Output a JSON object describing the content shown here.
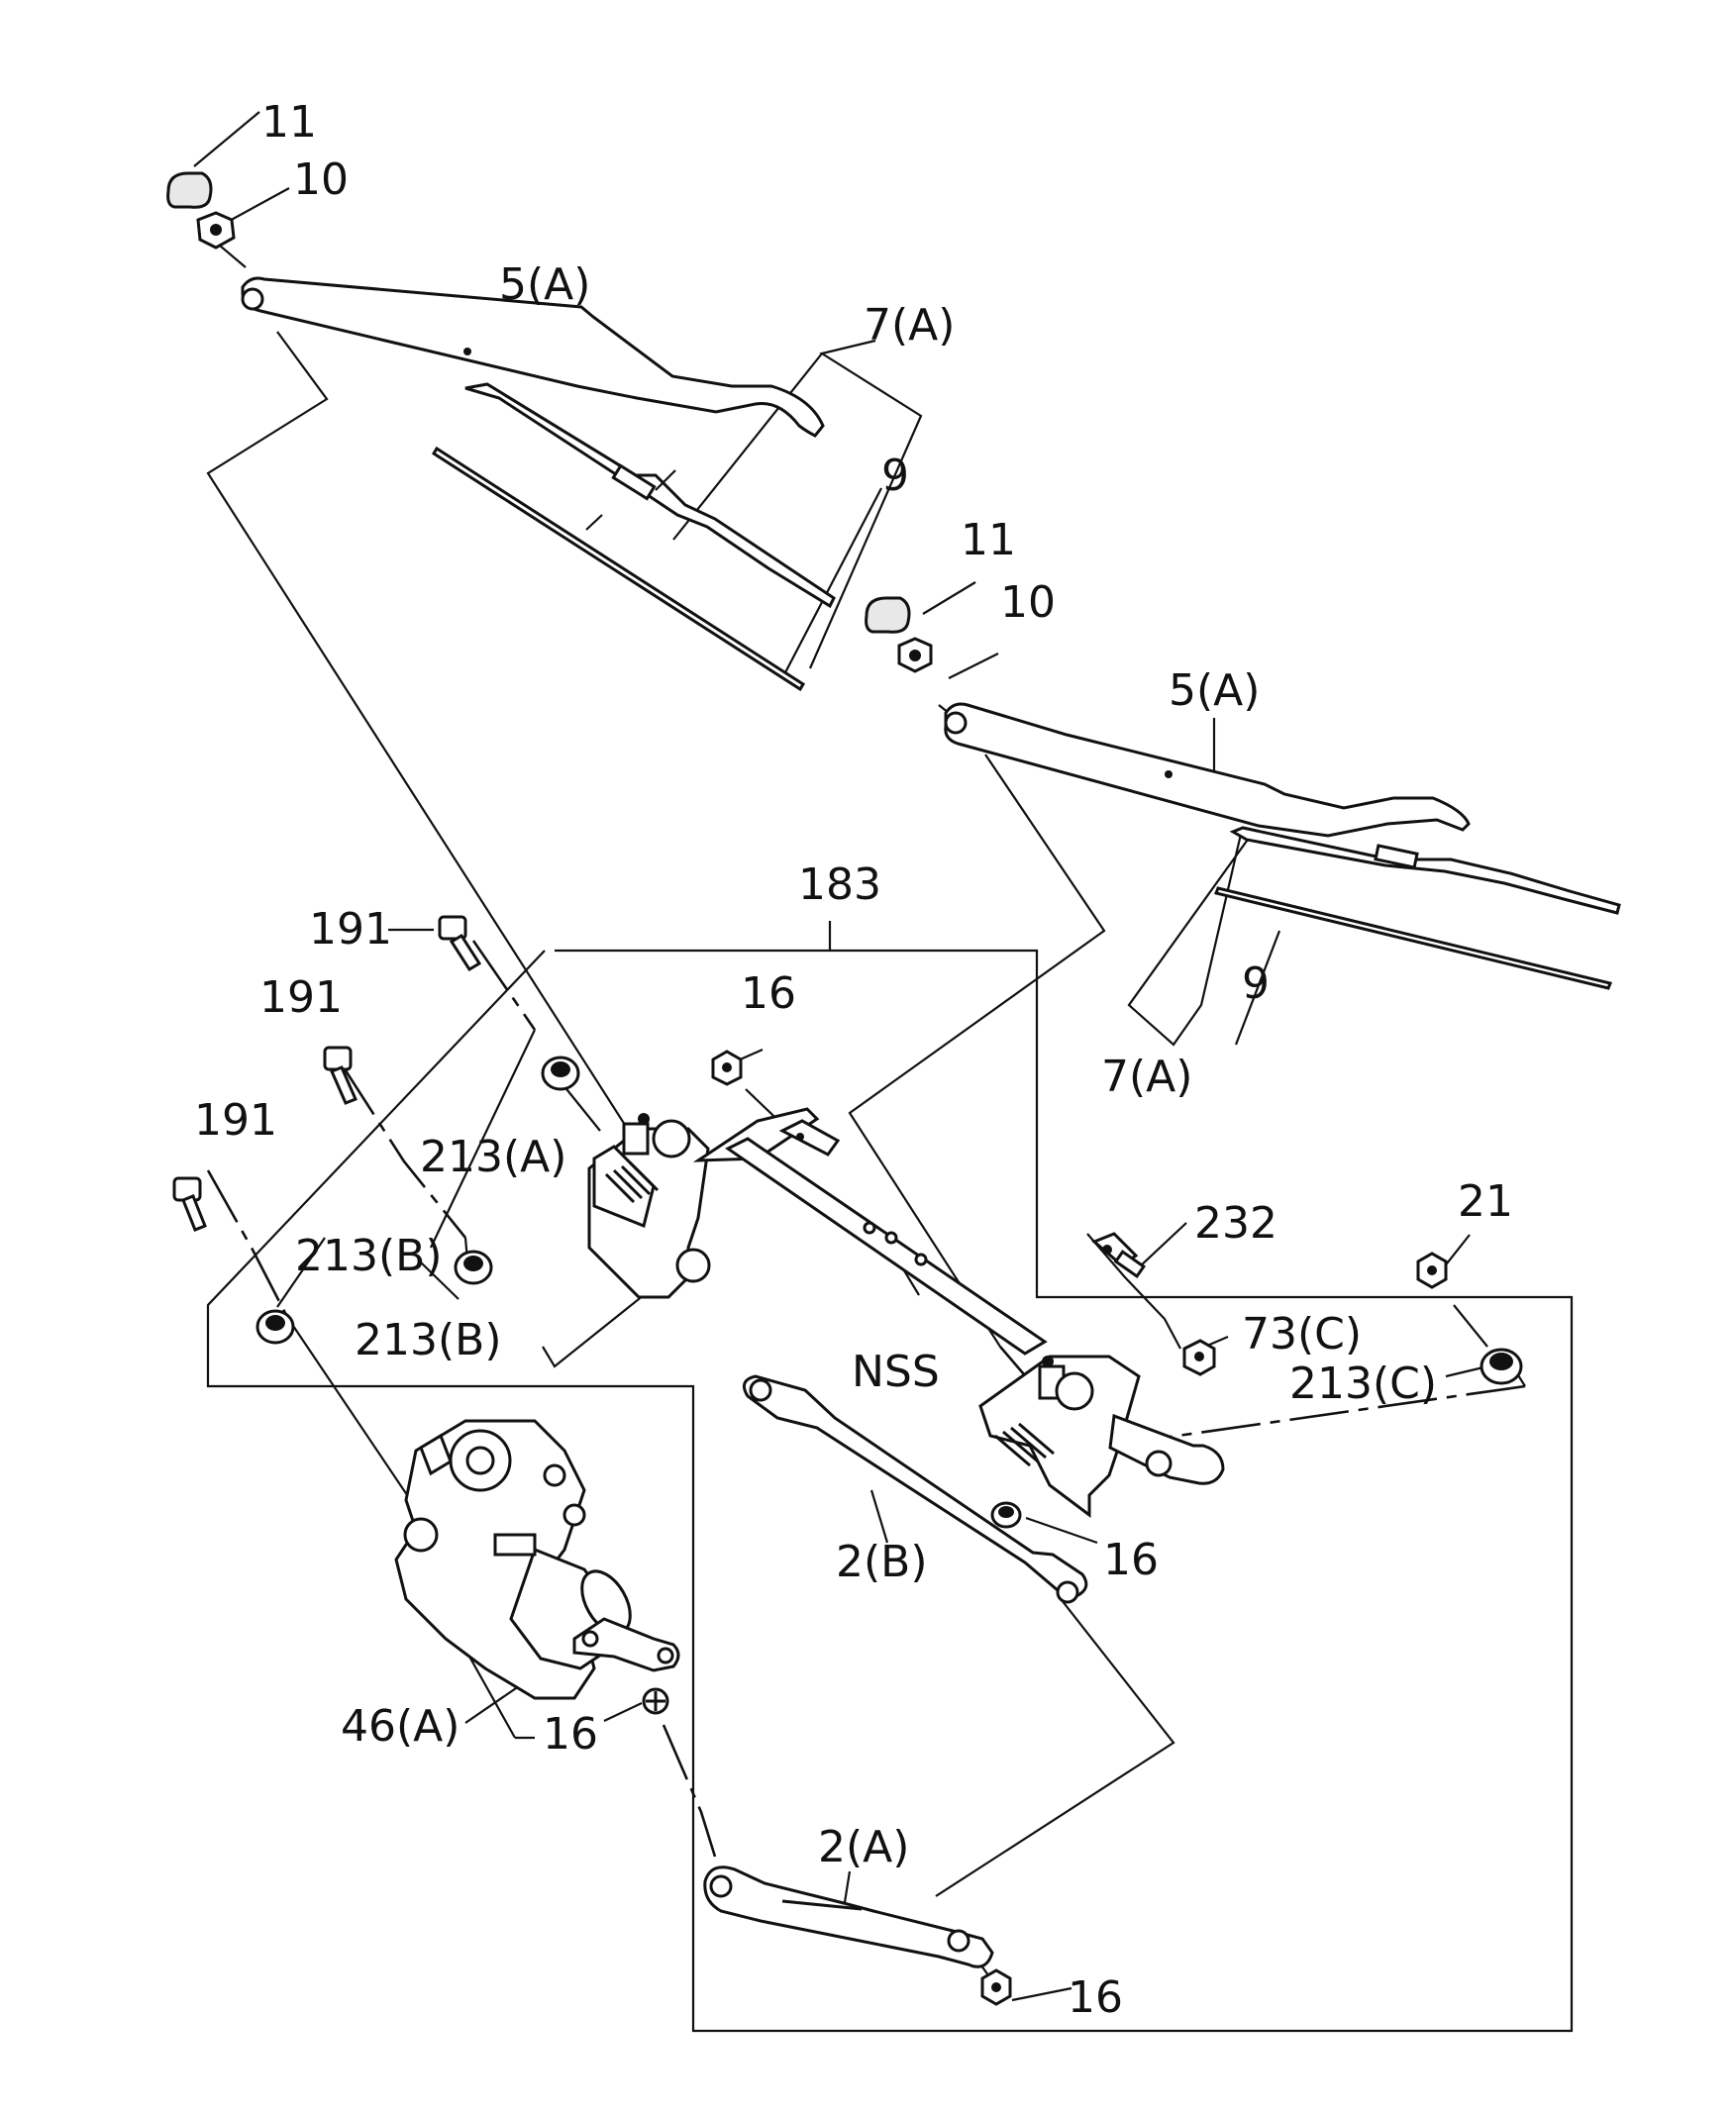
{
  "labels": {
    "l11a": "11",
    "l10a": "10",
    "l5Aa": "5(A)",
    "l7Aa": "7(A)",
    "l9a": "9",
    "l11b": "11",
    "l10b": "10",
    "l5Ab": "5(A)",
    "l9b": "9",
    "l7Ab": "7(A)",
    "l183": "183",
    "l191a": "191",
    "l191b": "191",
    "l191c": "191",
    "l16a": "16",
    "l213Aa": "213(A)",
    "l213Ba": "213(B)",
    "l213Bb": "213(B)",
    "l232": "232",
    "l21": "21",
    "l73C": "73(C)",
    "l213C": "213(C)",
    "lNSS": "NSS",
    "l2B": "2(B)",
    "l16b": "16",
    "l46A": "46(A)",
    "l16c": "16",
    "l2A": "2(A)",
    "l16d": "16"
  }
}
